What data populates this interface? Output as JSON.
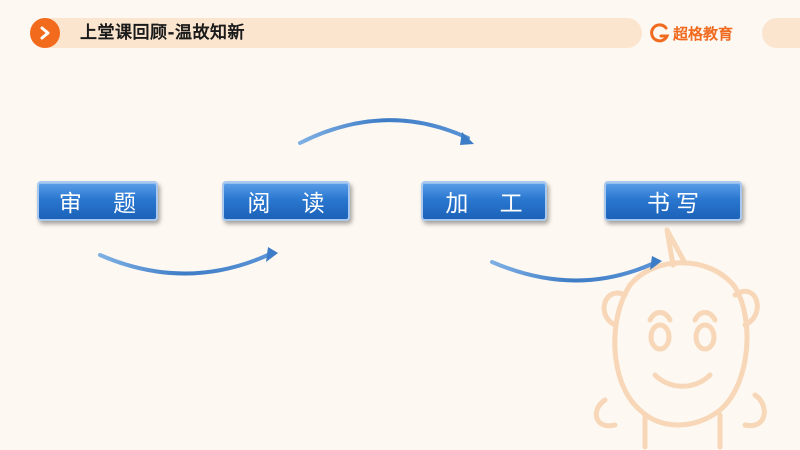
{
  "header": {
    "title": "上堂课回顾-温故知新",
    "logo_text": "超格教育",
    "nav_icon": "chevron-right-icon"
  },
  "diagram": {
    "steps": [
      {
        "label": "审 题"
      },
      {
        "label": "阅 读"
      },
      {
        "label": "加 工"
      },
      {
        "label": "书写"
      }
    ],
    "connectors": [
      {
        "from": 0,
        "to": 1,
        "style": "curved-arrow-below"
      },
      {
        "from": 1,
        "to": 2,
        "style": "curved-arrow-above"
      },
      {
        "from": 2,
        "to": 3,
        "style": "curved-arrow-below"
      }
    ]
  },
  "colors": {
    "accent": "#f26b1d",
    "header_bar": "#fbe5cf",
    "box_fill": "#2a77d0",
    "arrow": "#4a86c8",
    "background": "#fdf8f1"
  }
}
